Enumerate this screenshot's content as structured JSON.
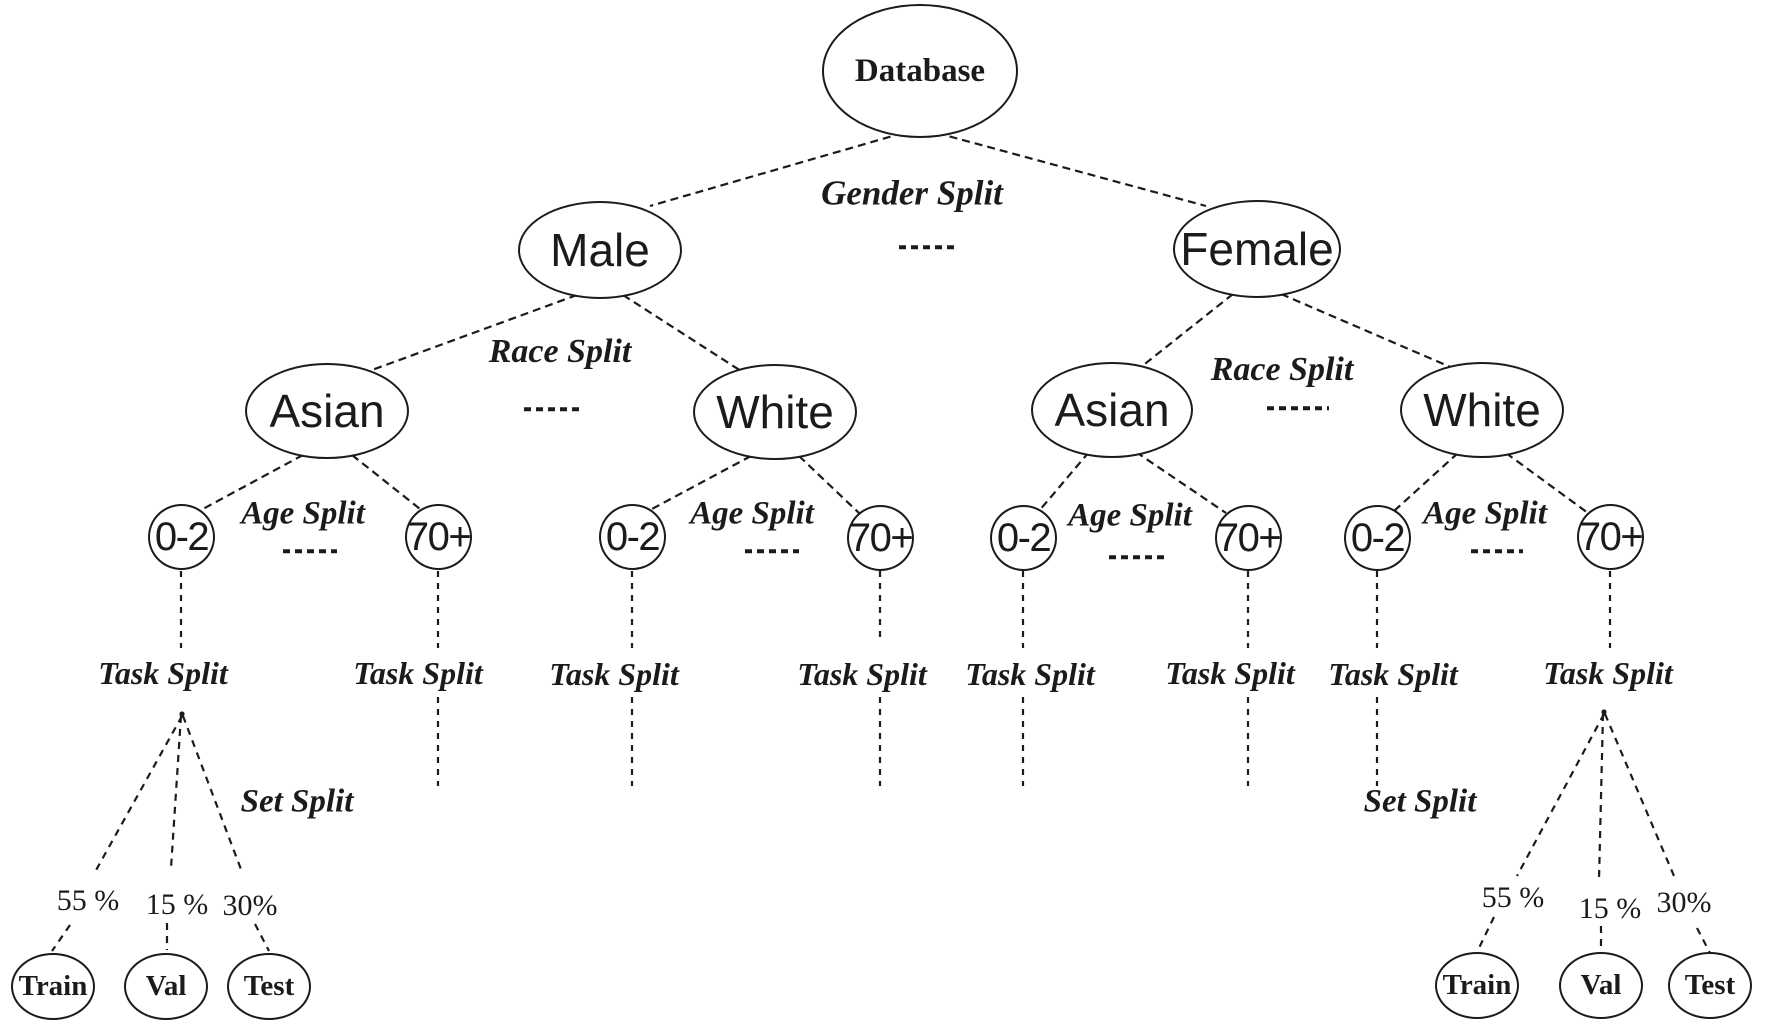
{
  "figure": {
    "background": "#ffffff",
    "ink": "#1b1b1b"
  },
  "tree": {
    "label": "Database",
    "split": "Gender Split",
    "children": [
      {
        "label": "Male",
        "split": "Race Split",
        "children": [
          {
            "label": "Asian",
            "split": "Age Split",
            "children": [
              {
                "label": "0-2",
                "split": "Task Split",
                "set_split": {
                  "label": "Set Split",
                  "children": [
                    {
                      "label": "Train",
                      "percent": "55 %"
                    },
                    {
                      "label": "Val",
                      "percent": "15 %"
                    },
                    {
                      "label": "Test",
                      "percent": "30%"
                    }
                  ]
                }
              },
              {
                "label": "70+",
                "split": "Task Split"
              }
            ]
          },
          {
            "label": "White",
            "split": "Age Split",
            "children": [
              {
                "label": "0-2",
                "split": "Task Split"
              },
              {
                "label": "70+",
                "split": "Task Split"
              }
            ]
          }
        ]
      },
      {
        "label": "Female",
        "split": "Race Split",
        "children": [
          {
            "label": "Asian",
            "split": "Age Split",
            "children": [
              {
                "label": "0-2",
                "split": "Task Split"
              },
              {
                "label": "70+",
                "split": "Task Split"
              }
            ]
          },
          {
            "label": "White",
            "split": "Age Split",
            "children": [
              {
                "label": "0-2",
                "split": "Task Split"
              },
              {
                "label": "70+",
                "split": "Task Split",
                "set_split": {
                  "label": "Set Split",
                  "children": [
                    {
                      "label": "Train",
                      "percent": "55 %"
                    },
                    {
                      "label": "Val",
                      "percent": "15 %"
                    },
                    {
                      "label": "Test",
                      "percent": "30%"
                    }
                  ]
                }
              }
            ]
          }
        ]
      }
    ]
  }
}
